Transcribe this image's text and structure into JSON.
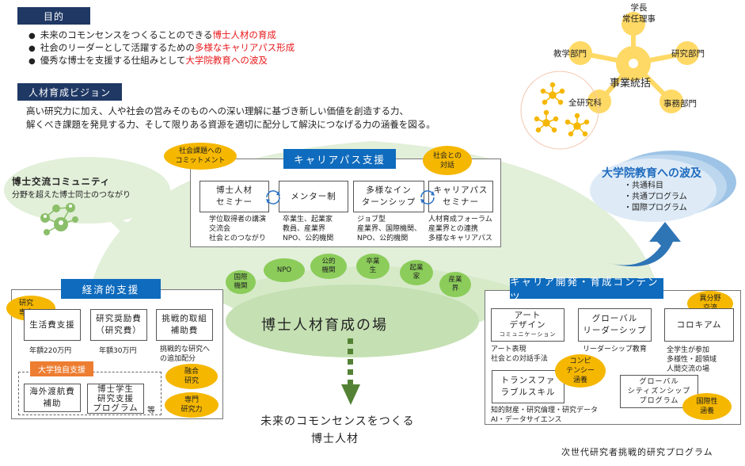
{
  "purpose": {
    "title": "目的",
    "bullets": [
      {
        "text": "未来のコモンセンスをつくることのできる",
        "highlight": "博士人材の育成"
      },
      {
        "text": "社会のリーダーとして活躍するための",
        "highlight": "多様なキャリアパス形成"
      },
      {
        "text": "優秀な博士を支援する仕組みとして",
        "highlight": "大学院教育への波及"
      }
    ]
  },
  "vision": {
    "title": "人材育成ビジョン",
    "lines": [
      "高い研究力に加え、人や社会の営みそのものへの深い理解に基づき新しい価値を創造する力、",
      "解くべき課題を発見する力、そして限りある資源を適切に配分して解決につなげる力の涵養を図る。"
    ]
  },
  "org": {
    "center": "事業統括",
    "nodes": {
      "top_line1": "学長",
      "top_line2": "常任理事",
      "left": "教学部門",
      "right": "研究部門",
      "bottom_left": "全研究科",
      "bottom_right": "事務部門"
    }
  },
  "community": {
    "title": "博士交流コミュニティ",
    "subtitle": "分野を超えた博士同士のつながり"
  },
  "career_support": {
    "title": "キャリアパス支援",
    "oval_left": [
      "社会課題への",
      "コミットメント"
    ],
    "oval_right": [
      "社会との",
      "対話"
    ],
    "boxes": [
      {
        "label": [
          "博士人材",
          "セミナー"
        ],
        "notes": [
          "学位取得者の講演",
          "交流会",
          "社会とのつながり"
        ]
      },
      {
        "label": [
          "メンター制"
        ],
        "notes": [
          "卒業生、起業家",
          "教員、産業界",
          "NPO、公的機関"
        ]
      },
      {
        "label": [
          "多様なイン",
          "ターンシップ"
        ],
        "notes": [
          "ジョブ型",
          "産業界、国際機関、",
          "NPO、公的機関"
        ]
      },
      {
        "label": [
          "キャリアパス",
          "セミナー"
        ],
        "notes": [
          "人材育成フォーラム",
          "産業界との連携",
          "多様なキャリアパス"
        ]
      }
    ]
  },
  "graduate_education": {
    "title": "大学院教育への波及",
    "items": [
      "・共通科目",
      "・共通プログラム",
      "・国際プログラム"
    ]
  },
  "partners": [
    [
      "国際",
      "機関"
    ],
    [
      "NPO"
    ],
    [
      "公的",
      "機関"
    ],
    [
      "卒業",
      "生"
    ],
    [
      "起業",
      "家"
    ],
    [
      "産業",
      "界"
    ]
  ],
  "center": {
    "title": "博士人材育成の場",
    "result_line1": "未来のコモンセンスをつくる",
    "result_line2": "博士人材"
  },
  "economic_support": {
    "title": "経済的支援",
    "oval_top": [
      "研究",
      "専念"
    ],
    "boxes": [
      {
        "label": [
          "生活費支援"
        ],
        "notes": [
          "年額220万円"
        ]
      },
      {
        "label": [
          "研究奨励費",
          "（研究費）"
        ],
        "notes": [
          "年額30万円"
        ]
      },
      {
        "label": [
          "挑戦的取組",
          "補助費"
        ],
        "notes": [
          "挑戦的な研究へ",
          "の追加配分"
        ]
      }
    ],
    "own_support": {
      "title": "大学独自支援",
      "boxes": [
        [
          "海外渡航費",
          "補助"
        ],
        [
          "博士学生",
          "研究支援",
          "プログラム"
        ]
      ],
      "etc": "等"
    },
    "oval_mid": [
      "融合",
      "研究"
    ],
    "oval_bottom": [
      "専門",
      "研究力"
    ]
  },
  "career_dev": {
    "title": "キャリア開発・育成コンテンツ",
    "oval_top": [
      "異分野",
      "交流"
    ],
    "oval_mid": [
      "コンピ",
      "テンシー",
      "涵養"
    ],
    "oval_bottom": [
      "国際性",
      "涵養"
    ],
    "boxes": [
      {
        "label": [
          "アート",
          "デザイン"
        ],
        "sub": "コミュニケーション",
        "notes": [
          "アート表現",
          "社会との対話手法"
        ]
      },
      {
        "label": [
          "グローバル",
          "リーダーシップ"
        ],
        "notes": [
          "リーダーシップ教育"
        ]
      },
      {
        "label": [
          "コロキアム"
        ],
        "notes": [
          "全学生が参加",
          "多様性・超領域",
          "人間交流の場"
        ]
      },
      {
        "label": [
          "トランスファ",
          "ラブルスキル"
        ],
        "notes": [
          "知的財産・研究倫理・研究データ",
          "AI・データサイエンス"
        ]
      },
      {
        "label": [
          "グローバル",
          "シティズンシップ",
          "プログラム"
        ],
        "notes": []
      }
    ]
  },
  "footer": "次世代研究者挑戦的研究プログラム"
}
